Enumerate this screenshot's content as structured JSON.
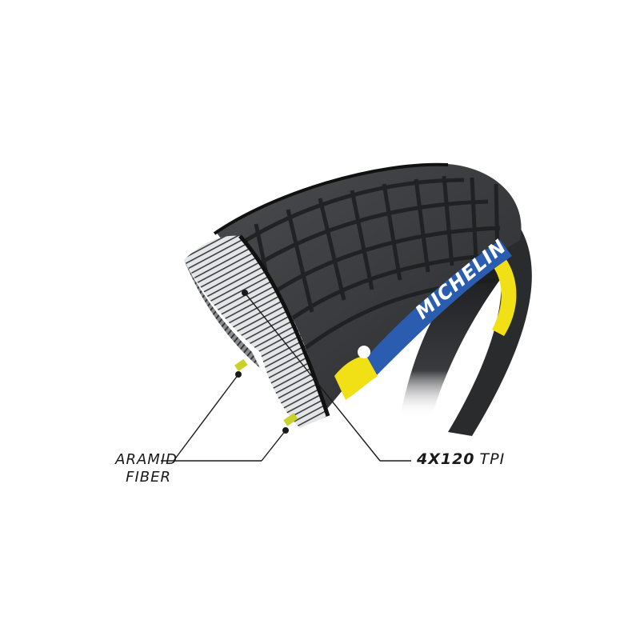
{
  "image": {
    "subject": "bicycle tire cutaway illustration",
    "brand_text_on_sidewall": "MICHELIN",
    "colors": {
      "background": "#ffffff",
      "tread": "#3a3b3d",
      "tread_dark": "#222325",
      "casing": "#d9dadc",
      "sidewall_blue": "#2a5db0",
      "sidewall_yellow": "#f2e017",
      "bead": "#c8d22a",
      "callout_line": "#1a1a1a"
    }
  },
  "callouts": [
    {
      "id": "aramid",
      "lines": [
        "ARAMID",
        "FIBER"
      ]
    },
    {
      "id": "tpi",
      "bold": "4X120",
      "light": "TPI"
    }
  ]
}
